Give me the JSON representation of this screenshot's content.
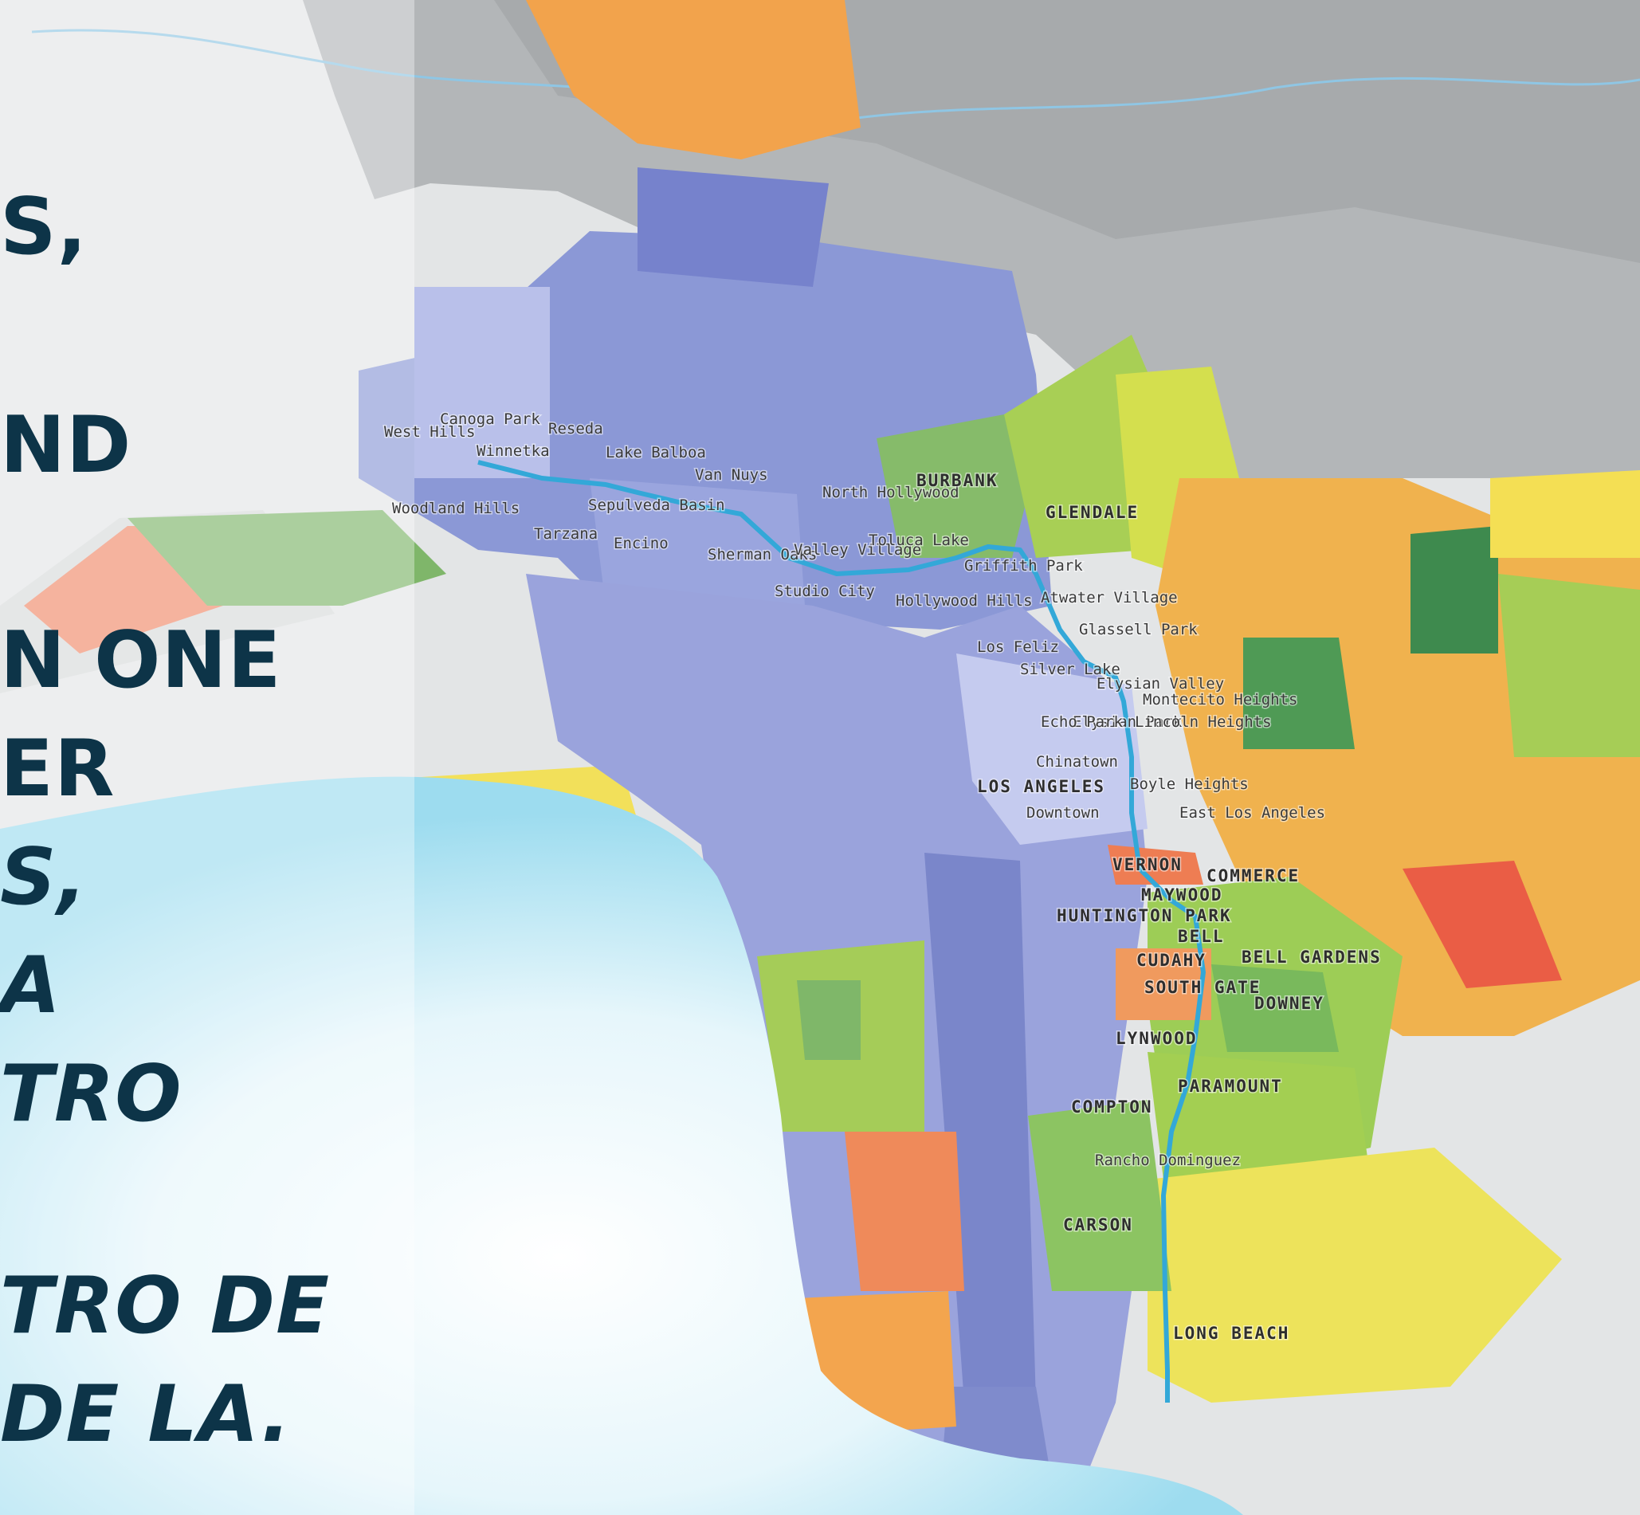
{
  "headline": {
    "lines": [
      "S,",
      "ND",
      "N ONE",
      "ER",
      "S,",
      "A",
      "TRO",
      "TRO DE",
      "DE LA."
    ]
  },
  "map": {
    "line_color": "#33a8d8",
    "ocean_color": "#bfe8f4",
    "place_labels": [
      "West Hills",
      "Canoga Park",
      "Winnetka",
      "Reseda",
      "Lake Balboa",
      "Van Nuys",
      "Woodland Hills",
      "Sepulveda Basin",
      "Tarzana",
      "Encino",
      "Sherman Oaks",
      "Studio City",
      "North Hollywood",
      "Valley Village",
      "Toluca Lake",
      "Hollywood Hills",
      "Griffith Park",
      "Atwater Village",
      "Glassell Park",
      "Los Feliz",
      "Silver Lake",
      "Elysian Valley",
      "Montecito Heights",
      "Elysian Park",
      "Echo Park",
      "Lincoln Heights",
      "Chinatown",
      "Downtown",
      "Boyle Heights",
      "East Los Angeles",
      "Rancho Dominguez"
    ],
    "city_labels": [
      "BURBANK",
      "GLENDALE",
      "LOS ANGELES",
      "VERNON",
      "COMMERCE",
      "MAYWOOD",
      "HUNTINGTON PARK",
      "BELL",
      "BELL GARDENS",
      "CUDAHY",
      "SOUTH GATE",
      "DOWNEY",
      "LYNWOOD",
      "PARAMOUNT",
      "COMPTON",
      "CARSON",
      "LONG BEACH"
    ]
  }
}
